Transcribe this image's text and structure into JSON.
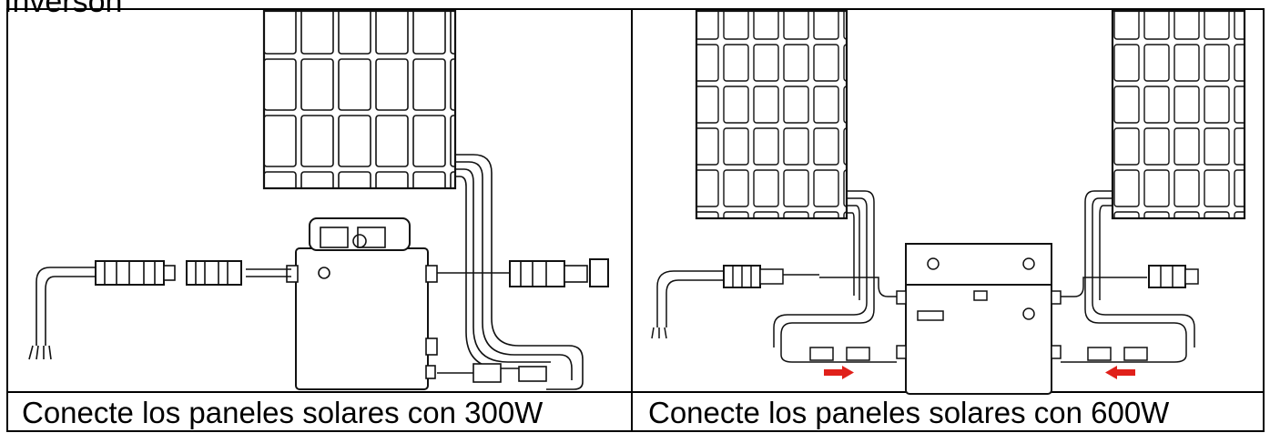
{
  "top_label": "Inverson",
  "panels": [
    {
      "caption": "Conecte los paneles solares con 300W"
    },
    {
      "caption": "Conecte los paneles solares con 600W"
    }
  ],
  "colors": {
    "line": "#000000",
    "arrow": "#e0201a"
  }
}
